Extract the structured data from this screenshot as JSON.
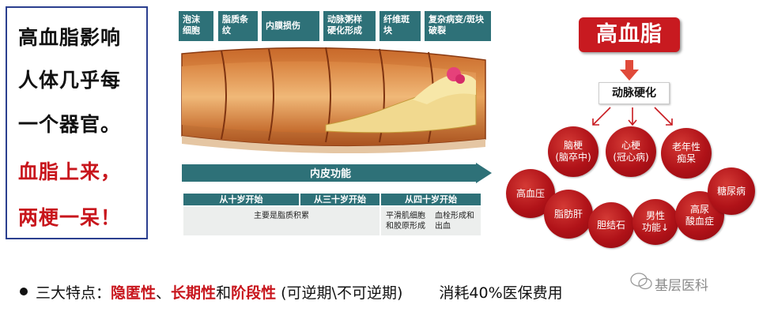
{
  "left_box": {
    "line1": "高血脂影响",
    "line2": "人体几乎每",
    "line3": "一个器官。",
    "line4": "血脂上来，",
    "line5": "两梗一呆！"
  },
  "stages": [
    {
      "label": "泡沫\n细胞"
    },
    {
      "label": "脂质条\n纹"
    },
    {
      "label": "内膜损伤"
    },
    {
      "label": "动脉粥样\n硬化形成"
    },
    {
      "label": "纤维斑\n块"
    },
    {
      "label": "复杂病变/斑块\n破裂"
    }
  ],
  "endothelial": "内皮功能",
  "ages": [
    {
      "head": "从十岁开始",
      "cell": "主要是脂质积累"
    },
    {
      "head": "从三十岁开始",
      "cell": ""
    },
    {
      "head": "从四十岁开始",
      "cell_a": "平滑肌细胞\n和胶原形成",
      "cell_b": "血栓形成和\n出血"
    }
  ],
  "diagram": {
    "root": "高血脂",
    "middle": "动脉硬化",
    "circles": [
      {
        "text": "脑梗\n(脑卒中)"
      },
      {
        "text": "心梗\n(冠心病)"
      },
      {
        "text": "老年性\n痴呆"
      },
      {
        "text": "高血压"
      },
      {
        "text": "脂肪肝"
      },
      {
        "text": "胆结石"
      },
      {
        "text": "男性\n功能↓"
      },
      {
        "text": "高尿\n酸血症"
      },
      {
        "text": "糖尿病"
      }
    ],
    "colors": {
      "accent": "#c81a20",
      "teal": "#2e7178"
    }
  },
  "bottom": {
    "prefix": "三大特点：",
    "t1": "隐匿性",
    "sep1": "、",
    "t2": "长期性",
    "and": "和",
    "t3": "阶段性",
    "paren": " (可逆期\\不可逆期)",
    "cost": "消耗40%医保费用"
  },
  "watermark": "基层医科"
}
